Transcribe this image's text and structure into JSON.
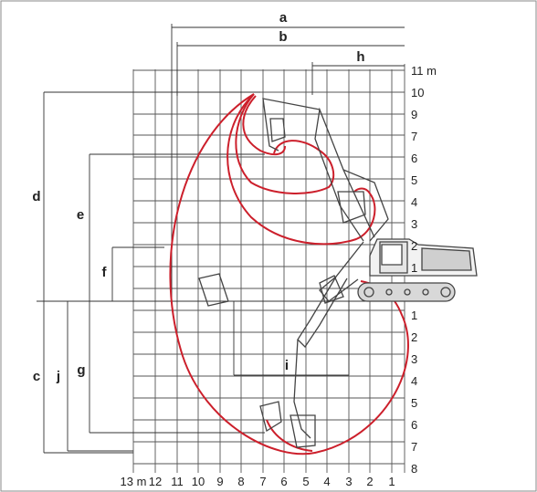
{
  "diagram": {
    "x_ticks": [
      "13 m",
      "12",
      "11",
      "10",
      "9",
      "8",
      "7",
      "6",
      "5",
      "4",
      "3",
      "2",
      "1"
    ],
    "y_ticks_up": [
      "11 m",
      "10",
      "9",
      "7",
      "6",
      "5",
      "4",
      "3",
      "2",
      "1"
    ],
    "y_ticks_down": [
      "1",
      "2",
      "3",
      "4",
      "5",
      "6",
      "7",
      "8"
    ],
    "dimension_labels": [
      "a",
      "b",
      "h",
      "d",
      "e",
      "f",
      "c",
      "j",
      "g",
      "i"
    ],
    "colors": {
      "envelope": "#cc1f2b",
      "grid": "#555555",
      "frame": "#8a8a8a",
      "machine": "#444444"
    }
  }
}
